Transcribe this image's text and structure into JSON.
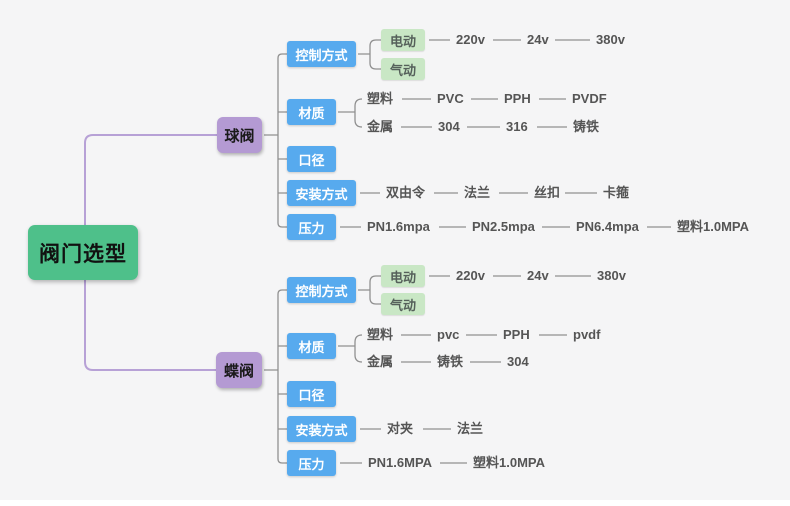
{
  "colors": {
    "canvas_bg": "#f5f5f6",
    "root_bg": "#4ec08a",
    "branch_bg": "#b49ad3",
    "topic_bg": "#57aaee",
    "subtopic_bg": "#c9e7c5",
    "gray_line": "#909090",
    "branch_line": "#b7a1d6",
    "text_dark": "#555555"
  },
  "mindmap": {
    "id": "root",
    "label": "阀门选型",
    "kind": "root",
    "children": [
      {
        "id": "qf",
        "label": "球阀",
        "kind": "branch",
        "children": [
          {
            "id": "qf-ctrl",
            "label": "控制方式",
            "kind": "topic",
            "children": [
              {
                "id": "qf-elec",
                "label": "电动",
                "kind": "subtopic",
                "chain": [
                  "220v",
                  "24v",
                  "380v"
                ]
              },
              {
                "id": "qf-pneu",
                "label": "气动",
                "kind": "subtopic"
              }
            ]
          },
          {
            "id": "qf-mat",
            "label": "材质",
            "kind": "topic",
            "children": [
              {
                "id": "qf-plastic",
                "label": "塑料",
                "kind": "text",
                "chain": [
                  "PVC",
                  "PPH",
                  "PVDF"
                ]
              },
              {
                "id": "qf-metal",
                "label": "金属",
                "kind": "text",
                "chain": [
                  "304",
                  "316",
                  "铸铁"
                ]
              }
            ]
          },
          {
            "id": "qf-size",
            "label": "口径",
            "kind": "topic"
          },
          {
            "id": "qf-install",
            "label": "安装方式",
            "kind": "topic",
            "chain": [
              "双由令",
              "法兰",
              "丝扣",
              "卡箍"
            ]
          },
          {
            "id": "qf-press",
            "label": "压力",
            "kind": "topic",
            "chain": [
              "PN1.6mpa",
              "PN2.5mpa",
              "PN6.4mpa",
              "塑料1.0MPA"
            ]
          }
        ]
      },
      {
        "id": "df",
        "label": "蝶阀",
        "kind": "branch",
        "children": [
          {
            "id": "df-ctrl",
            "label": "控制方式",
            "kind": "topic",
            "children": [
              {
                "id": "df-elec",
                "label": "电动",
                "kind": "subtopic",
                "chain": [
                  "220v",
                  "24v",
                  "380v"
                ]
              },
              {
                "id": "df-pneu",
                "label": "气动",
                "kind": "subtopic"
              }
            ]
          },
          {
            "id": "df-mat",
            "label": "材质",
            "kind": "topic",
            "children": [
              {
                "id": "df-plastic",
                "label": "塑料",
                "kind": "text",
                "chain": [
                  "pvc",
                  "PPH",
                  "pvdf"
                ]
              },
              {
                "id": "df-metal",
                "label": "金属",
                "kind": "text",
                "chain": [
                  "铸铁",
                  "304"
                ]
              }
            ]
          },
          {
            "id": "df-size",
            "label": "口径",
            "kind": "topic"
          },
          {
            "id": "df-install",
            "label": "安装方式",
            "kind": "topic",
            "chain": [
              "对夹",
              "法兰"
            ]
          },
          {
            "id": "df-press",
            "label": "压力",
            "kind": "topic",
            "chain": [
              "PN1.6MPA",
              "塑料1.0MPA"
            ]
          }
        ]
      }
    ]
  }
}
